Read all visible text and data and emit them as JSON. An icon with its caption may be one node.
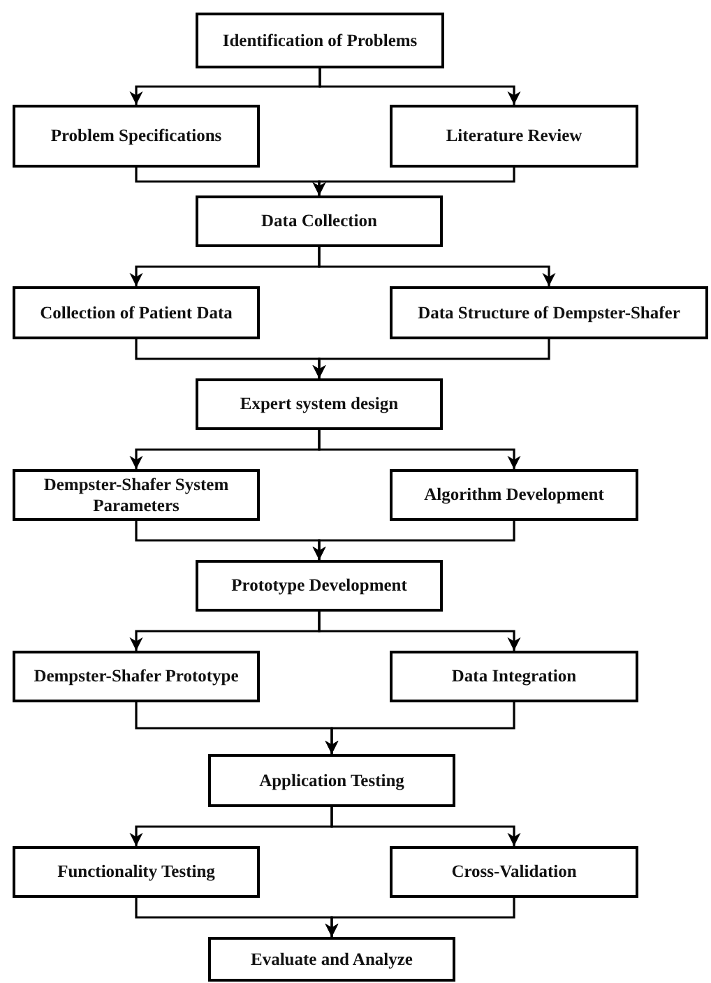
{
  "diagram": {
    "nodes": [
      {
        "text": [
          "Identification of Problems"
        ]
      },
      {
        "text": [
          "Problem Specifications"
        ]
      },
      {
        "text": [
          "Literature Review"
        ]
      },
      {
        "text": [
          "Data Collection"
        ]
      },
      {
        "text": [
          "Collection of Patient Data"
        ]
      },
      {
        "text": [
          "Data Structure of Dempster-Shafer"
        ]
      },
      {
        "text": [
          "Expert system design"
        ]
      },
      {
        "text": [
          "Dempster-Shafer System Parameters"
        ]
      },
      {
        "text": [
          "Algorithm Development"
        ]
      },
      {
        "text": [
          "Prototype Development"
        ]
      },
      {
        "text": [
          "Dempster-Shafer Prototype"
        ]
      },
      {
        "text": [
          "Data Integration"
        ]
      },
      {
        "text": [
          "Application Testing"
        ]
      },
      {
        "text": [
          "Functionality Testing"
        ]
      },
      {
        "text": [
          "Cross-Validation"
        ]
      },
      {
        "text": [
          "Evaluate and Analyze"
        ]
      }
    ],
    "edges": [
      {
        "from": 0,
        "to": 1,
        "arrow": "to"
      },
      {
        "from": 0,
        "to": 2,
        "arrow": "to"
      },
      {
        "from": 1,
        "to": 3,
        "arrow": "to"
      },
      {
        "from": 2,
        "to": 3,
        "arrow": "to"
      },
      {
        "from": 3,
        "to": 4,
        "arrow": "to"
      },
      {
        "from": 3,
        "to": 5,
        "arrow": "to"
      },
      {
        "from": 4,
        "to": 6,
        "arrow": "to"
      },
      {
        "from": 5,
        "to": 6,
        "arrow": "to"
      },
      {
        "from": 6,
        "to": 7,
        "arrow": "to"
      },
      {
        "from": 6,
        "to": 8,
        "arrow": "to"
      },
      {
        "from": 7,
        "to": 9,
        "arrow": "to"
      },
      {
        "from": 8,
        "to": 9,
        "arrow": "to"
      },
      {
        "from": 9,
        "to": 10,
        "arrow": "to"
      },
      {
        "from": 9,
        "to": 11,
        "arrow": "to"
      },
      {
        "from": 10,
        "to": 12,
        "arrow": "to"
      },
      {
        "from": 11,
        "to": 12,
        "arrow": "to"
      },
      {
        "from": 12,
        "to": 13,
        "arrow": "to"
      },
      {
        "from": 12,
        "to": 14,
        "arrow": "to"
      },
      {
        "from": 13,
        "to": 15,
        "arrow": "to"
      },
      {
        "from": 14,
        "to": 15,
        "arrow": "to"
      }
    ]
  }
}
